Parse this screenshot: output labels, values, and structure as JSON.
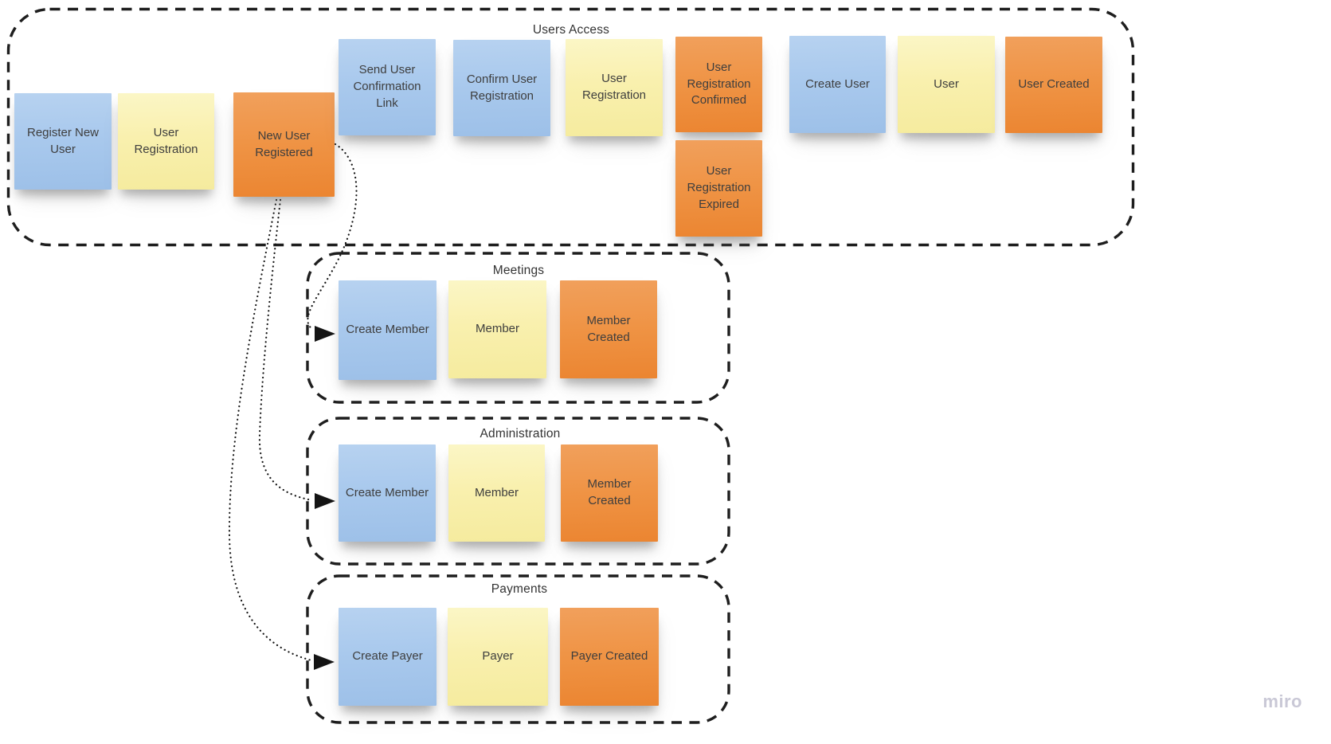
{
  "watermark": "miro",
  "colors": {
    "note_blue": "#a9c9ed",
    "note_yellow": "#f9f0ae",
    "note_orange": "#ef9344",
    "note_text": "#3e3e3e",
    "outline": "#1e1e1e",
    "connector": "#141414",
    "watermark": "#c9c8d6"
  },
  "groups": [
    {
      "title": "Users Access",
      "notes": [
        {
          "label": "Register New User",
          "color": "blue"
        },
        {
          "label": "User Registration",
          "color": "yellow"
        },
        {
          "label": "New User Registered",
          "color": "orange"
        },
        {
          "label": "Send User Confirmation Link",
          "color": "blue"
        },
        {
          "label": "Confirm User Registration",
          "color": "blue"
        },
        {
          "label": "User Registration",
          "color": "yellow"
        },
        {
          "label": "User Registration Confirmed",
          "color": "orange"
        },
        {
          "label": "Create User",
          "color": "blue"
        },
        {
          "label": "User",
          "color": "yellow"
        },
        {
          "label": "User Created",
          "color": "orange"
        },
        {
          "label": "User Registration Expired",
          "color": "orange"
        }
      ]
    },
    {
      "title": "Meetings",
      "notes": [
        {
          "label": "Create Member",
          "color": "blue"
        },
        {
          "label": "Member",
          "color": "yellow"
        },
        {
          "label": "Member Created",
          "color": "orange"
        }
      ]
    },
    {
      "title": "Administration",
      "notes": [
        {
          "label": "Create Member",
          "color": "blue"
        },
        {
          "label": "Member",
          "color": "yellow"
        },
        {
          "label": "Member Created",
          "color": "orange"
        }
      ]
    },
    {
      "title": "Payments",
      "notes": [
        {
          "label": "Create Payer",
          "color": "blue"
        },
        {
          "label": "Payer",
          "color": "yellow"
        },
        {
          "label": "Payer Created",
          "color": "orange"
        }
      ]
    }
  ],
  "connectors": [
    {
      "from": "New User Registered",
      "to": "Create Member",
      "to_group": "Meetings",
      "style": "dotted-arrow"
    },
    {
      "from": "New User Registered",
      "to": "Create Member",
      "to_group": "Administration",
      "style": "dotted-arrow"
    },
    {
      "from": "New User Registered",
      "to": "Create Payer",
      "to_group": "Payments",
      "style": "dotted-arrow"
    }
  ]
}
